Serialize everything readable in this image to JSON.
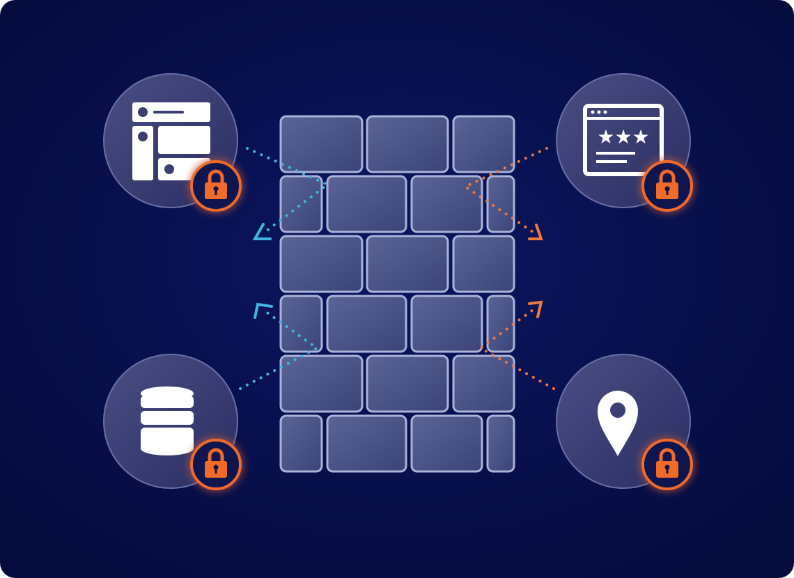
{
  "colors": {
    "background": "#07104a",
    "circle": "#3b3f72",
    "brick": "#4a5486",
    "brick_edge": "#aab3d8",
    "lock_orange": "#f06a2a",
    "lock_bg": "#0b1450",
    "arrow_blue": "#3fb6e0",
    "arrow_orange": "#f07a3a",
    "icon_white": "#ffffff"
  },
  "nodes": [
    {
      "icon": "dashboard-layout-icon",
      "lock": "padlock-icon",
      "arrow_color": "blue"
    },
    {
      "icon": "rating-webpage-icon",
      "lock": "padlock-icon",
      "arrow_color": "orange"
    },
    {
      "icon": "database-icon",
      "lock": "padlock-icon",
      "arrow_color": "blue"
    },
    {
      "icon": "location-pin-icon",
      "lock": "padlock-icon",
      "arrow_color": "orange"
    }
  ],
  "center": {
    "icon": "firewall-brick-wall-icon"
  }
}
